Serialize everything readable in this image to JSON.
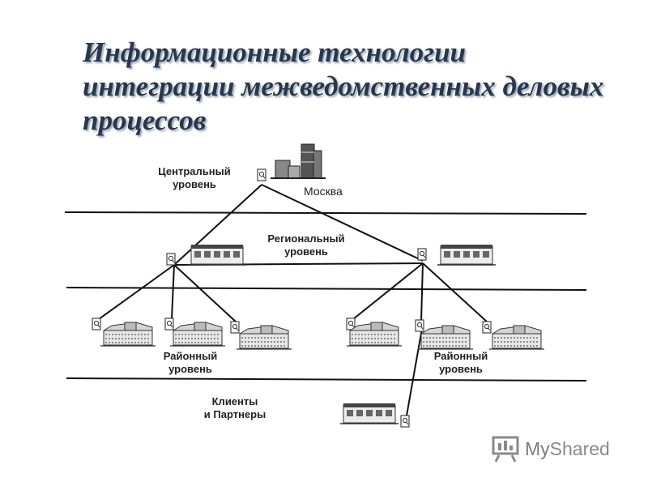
{
  "title": {
    "line1": "Информационные технологии",
    "line2": "интеграции межведомственных деловых",
    "line3": "процессов"
  },
  "levels": {
    "central": {
      "line1": "Центральный",
      "line2": "уровень"
    },
    "city": "Москва",
    "regional": {
      "line1": "Региональный",
      "line2": "уровень"
    },
    "district_left": {
      "line1": "Районный",
      "line2": "уровень"
    },
    "district_right": {
      "line1": "Районный",
      "line2": "уровень"
    },
    "clients": {
      "line1": "Клиенты",
      "line2": "и Партнеры"
    }
  },
  "icons": {
    "central": "skyscraper-icon",
    "regional": "train-building-icon",
    "district": "office-building-icon",
    "node": "network-node-icon"
  },
  "watermark": {
    "brand_prefix": "My",
    "brand_suffix": "Shared"
  },
  "colors": {
    "title": "#27374f",
    "lines": "#111111",
    "watermark": "#8a8a8a"
  }
}
